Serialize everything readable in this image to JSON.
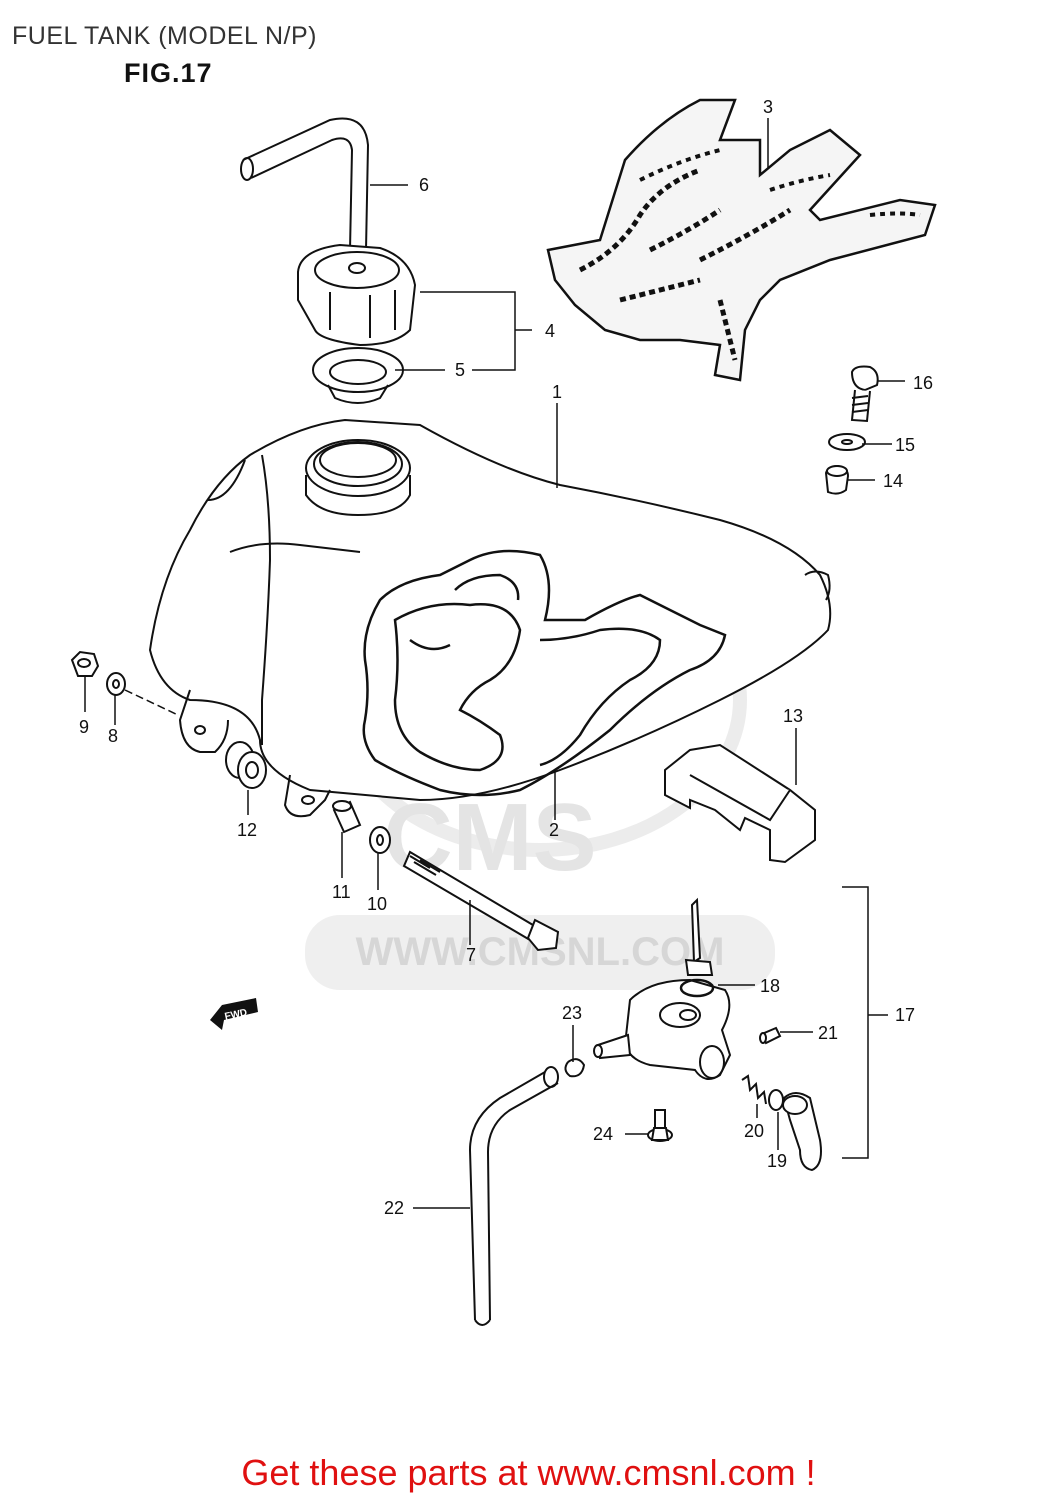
{
  "header": {
    "title": "FUEL TANK (MODEL N/P)",
    "figure": "FIG.17"
  },
  "watermark": {
    "logo_text": "CMS",
    "url_text": "WWW.CMSNL.COM"
  },
  "direction_marker": "FWD",
  "callouts": [
    "1",
    "2",
    "3",
    "4",
    "5",
    "6",
    "7",
    "8",
    "9",
    "10",
    "11",
    "12",
    "13",
    "14",
    "15",
    "16",
    "17",
    "18",
    "19",
    "20",
    "21",
    "22",
    "23",
    "24"
  ],
  "footer": {
    "link_text": "Get these parts at www.cmsnl.com !",
    "link_color": "#e01010"
  }
}
